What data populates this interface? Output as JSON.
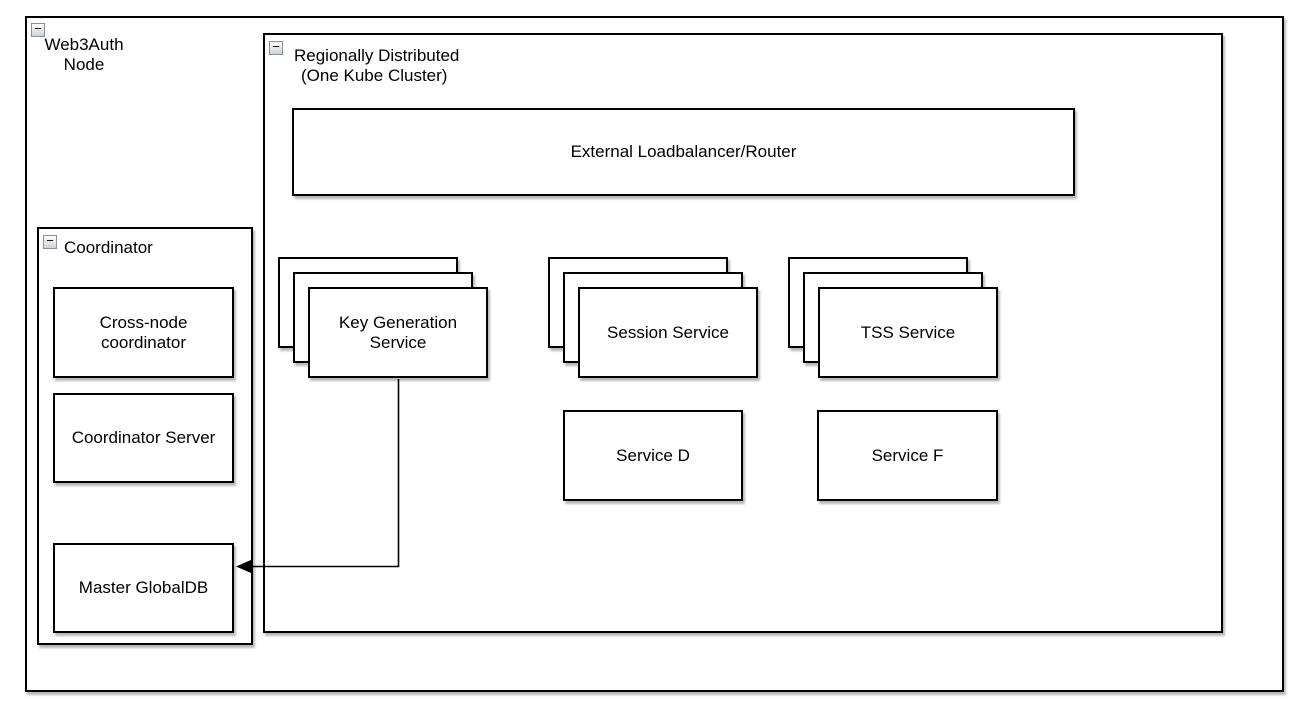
{
  "icons": {
    "collapse_glyph": "−"
  },
  "colors": {
    "border": "#000000",
    "fill": "#ffffff",
    "shadow": "rgba(0,0,0,0.28)"
  },
  "diagram": {
    "web3auth": {
      "label_lines": [
        "Web3Auth",
        "Node"
      ]
    },
    "cluster": {
      "label_lines": [
        "Regionally Distributed",
        "(One Kube Cluster)"
      ]
    },
    "loadbalancer": {
      "label": "External Loadbalancer/Router"
    },
    "coordinator": {
      "label": "Coordinator",
      "children": [
        {
          "label_lines": [
            "Cross-node",
            "coordinator"
          ]
        },
        {
          "label_lines": [
            "Coordinator Server"
          ]
        },
        {
          "label_lines": [
            "Master GlobalDB"
          ]
        }
      ]
    },
    "stacks": [
      {
        "label_lines": [
          "Key Generation",
          "Service"
        ]
      },
      {
        "label_lines": [
          "Session Service"
        ]
      },
      {
        "label_lines": [
          "TSS Service"
        ]
      }
    ],
    "services": [
      {
        "label_lines": [
          "Service D"
        ]
      },
      {
        "label_lines": [
          "Service F"
        ]
      }
    ],
    "edges": [
      {
        "from": "Key Generation Service",
        "to": "Master GlobalDB",
        "direction": "left"
      }
    ]
  }
}
